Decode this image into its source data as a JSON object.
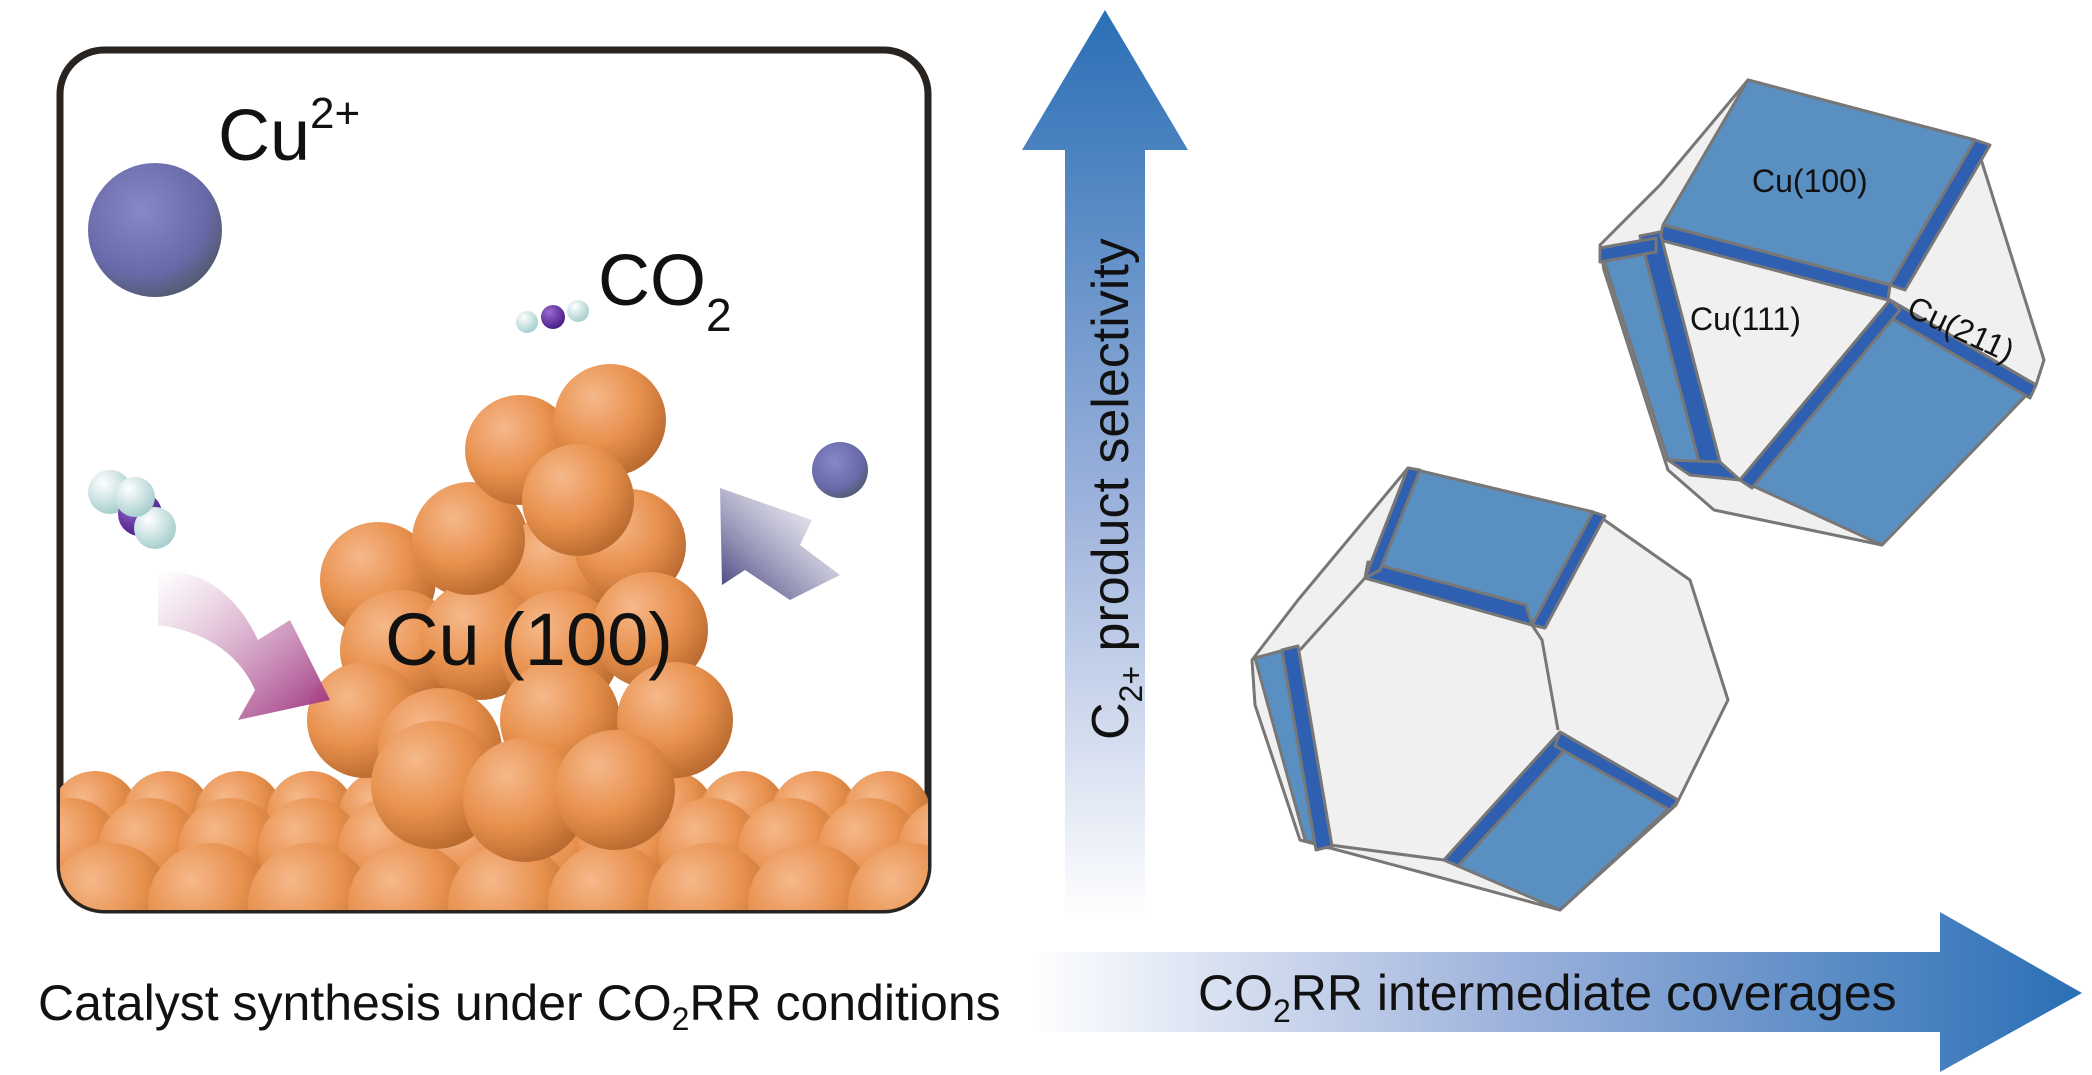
{
  "panel": {
    "cu_ion_label": "Cu",
    "cu_ion_charge": "2+",
    "co2_label_main": "CO",
    "co2_label_sub": "2",
    "cluster_label": "Cu (100)"
  },
  "caption_left": {
    "pre": "Catalyst synthesis under CO",
    "sub": "2",
    "post": "RR conditions"
  },
  "y_axis": {
    "c": "C",
    "sub": "2+",
    "rest": " product selectivity"
  },
  "x_axis": {
    "pre": "CO",
    "sub": "2",
    "post": "RR intermediate coverages"
  },
  "facets": {
    "f100": "Cu(100)",
    "f111": "Cu(111)",
    "f211": "Cu(211)"
  },
  "colors": {
    "copper": "#e69150",
    "ion": "#6f70b0",
    "arrow_blue": "#2b6cb0",
    "facet_blue": "#5a8fc2",
    "edge_blue": "#2f5fb0",
    "facet_grey": "#efefef"
  }
}
